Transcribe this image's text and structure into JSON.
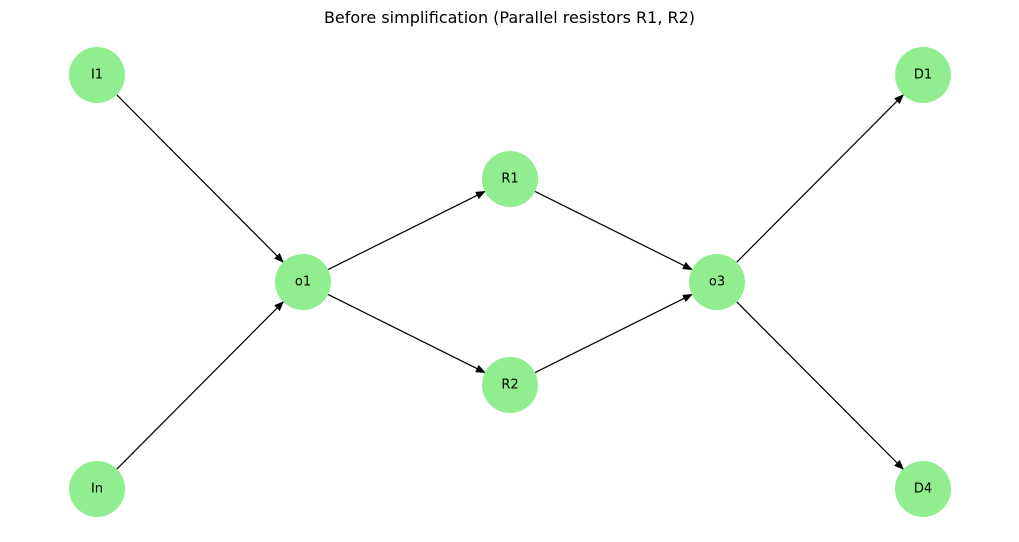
{
  "title": "Before simplification (Parallel resistors R1, R2)",
  "colors": {
    "node_fill": "#90ee90",
    "edge": "#000000",
    "label": "#000000"
  },
  "nodes": [
    {
      "id": "I1",
      "label": "I1"
    },
    {
      "id": "In",
      "label": "In"
    },
    {
      "id": "o1",
      "label": "o1"
    },
    {
      "id": "R1",
      "label": "R1"
    },
    {
      "id": "R2",
      "label": "R2"
    },
    {
      "id": "o3",
      "label": "o3"
    },
    {
      "id": "D1",
      "label": "D1"
    },
    {
      "id": "D4",
      "label": "D4"
    }
  ],
  "edges": [
    {
      "from": "I1",
      "to": "o1"
    },
    {
      "from": "In",
      "to": "o1"
    },
    {
      "from": "o1",
      "to": "R1"
    },
    {
      "from": "o1",
      "to": "R2"
    },
    {
      "from": "R1",
      "to": "o3"
    },
    {
      "from": "R2",
      "to": "o3"
    },
    {
      "from": "o3",
      "to": "D1"
    },
    {
      "from": "o3",
      "to": "D4"
    }
  ]
}
